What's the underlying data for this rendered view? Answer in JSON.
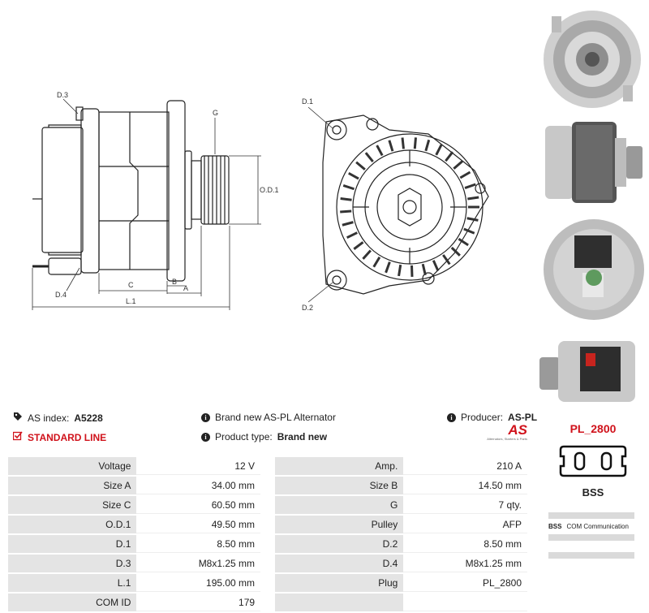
{
  "drawing": {
    "side_labels": {
      "d3": "D.3",
      "d4": "D.4",
      "g": "G",
      "od1": "O.D.1",
      "c": "C",
      "b": "B",
      "a": "A",
      "l1": "L.1"
    },
    "front_labels": {
      "d1": "D.1",
      "d2": "D.2"
    }
  },
  "header": {
    "as_index_label": "AS index:",
    "as_index_value": "A5228",
    "description": "Brand new AS-PL Alternator",
    "producer_label": "Producer:",
    "producer_value": "AS-PL",
    "line_label": "STANDARD LINE",
    "product_type_label": "Product type:",
    "product_type_value": "Brand new",
    "logo_text": "AS",
    "logo_tagline": "Alternators, Starters & Parts"
  },
  "specs": [
    {
      "l1": "Voltage",
      "v1": "12 V",
      "l2": "Amp.",
      "v2": "210 A"
    },
    {
      "l1": "Size A",
      "v1": "34.00 mm",
      "l2": "Size B",
      "v2": "14.50 mm"
    },
    {
      "l1": "Size C",
      "v1": "60.50 mm",
      "l2": "G",
      "v2": "7 qty."
    },
    {
      "l1": "O.D.1",
      "v1": "49.50 mm",
      "l2": "Pulley",
      "v2": "AFP"
    },
    {
      "l1": "D.1",
      "v1": "8.50 mm",
      "l2": "D.2",
      "v2": "8.50 mm"
    },
    {
      "l1": "D.3",
      "v1": "M8x1.25 mm",
      "l2": "D.4",
      "v2": "M8x1.25 mm"
    },
    {
      "l1": "L.1",
      "v1": "195.00 mm",
      "l2": "Plug",
      "v2": "PL_2800"
    },
    {
      "l1": "COM ID",
      "v1": "179",
      "l2": "",
      "v2": ""
    }
  ],
  "plug": {
    "name": "PL_2800",
    "connector_label": "BSS",
    "com_key": "BSS",
    "com_value": "COM Communication"
  },
  "colors": {
    "accent": "#d0121b",
    "label_bg": "#e4e4e4"
  },
  "icons": [
    "tag-icon",
    "info-icon",
    "checkbox-icon"
  ]
}
